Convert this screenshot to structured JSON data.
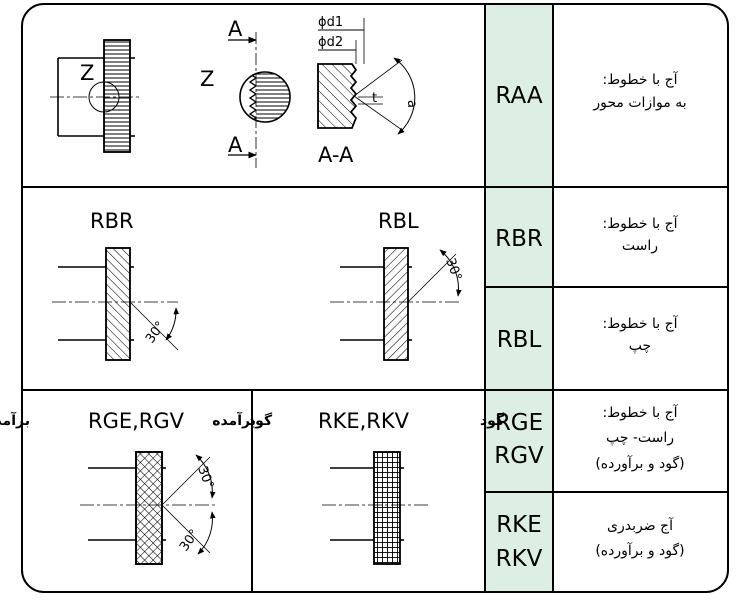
{
  "colors": {
    "code_column": "#dcefe2",
    "line": "#000000",
    "background": "#ffffff"
  },
  "rows": [
    {
      "code": "RAA",
      "desc_1": "آج با خطوط:",
      "desc_2": "به موازات محور"
    },
    {
      "code": "RBR",
      "desc_1": "آج با خطوط:",
      "desc_2": "راست"
    },
    {
      "code": "RBL",
      "desc_1": "آج با خطوط:",
      "desc_2": "چپ"
    },
    {
      "code_1": "RGE",
      "code_2": "RGV",
      "desc_1": "آج با خطوط:",
      "desc_2": "راست- چپ",
      "desc_3": "(گود و برآورده)"
    },
    {
      "code_1": "RKE",
      "code_2": "RKV",
      "desc_1": "آج ضربدری",
      "desc_2": "(گود و برآورده)"
    }
  ],
  "figures": {
    "raa": {
      "detail_label": "Z",
      "section_label": "A",
      "section_name": "A-A",
      "dim_d1": "ϕd1",
      "dim_d2": "ϕd2",
      "dim_t": "t",
      "dim_a": "a"
    },
    "rbr": {
      "title": "RBR",
      "angle": "30°"
    },
    "rbl": {
      "title": "RBL",
      "angle": "30°"
    },
    "rge": {
      "word_left": "برآمده",
      "title": "RGE,RGV",
      "word_right": "گود",
      "angle_top": "30°",
      "angle_bottom": "30°"
    },
    "rke": {
      "word_left": "برآمده",
      "title": "RKE,RKV",
      "word_right": "گود"
    }
  }
}
